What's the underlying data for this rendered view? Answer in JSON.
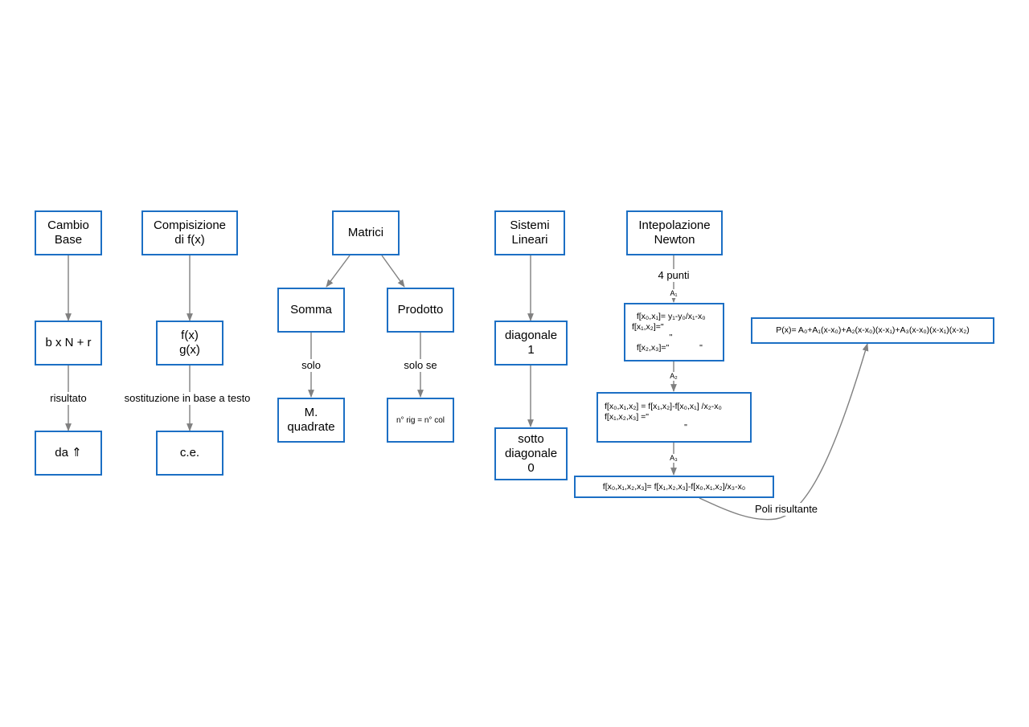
{
  "nodes": {
    "cambio_base": "Cambio\nBase",
    "b_x_n_r": "b x N + r",
    "da": "da ⇑",
    "composizione": "Compisizione\ndi f(x)",
    "fx_gx": "f(x)\ng(x)",
    "ce": "c.e.",
    "matrici": "Matrici",
    "somma": "Somma",
    "prodotto": "Prodotto",
    "m_quadrate": "M.\nquadrate",
    "rig_col": "n° rig = n° col",
    "sistemi": "Sistemi\nLineari",
    "diagonale": "diagonale\n1",
    "sotto_diagonale": "sotto\ndiagonale\n0",
    "newton": "Intepolazione\nNewton",
    "first_diff": "  f[x₀,x₁]= y₁-y₀/x₁-x₀\nf[x₁,x₂]=\"\n                \"\n  f[x₂,x₃]=\"             \"",
    "second_diff": "f[x₀,x₁,x₂] = f[x₁,x₂]-f[x₀,x₁] /x₂-x₀\nf[x₁,x₂,x₃] =\"\n                                  \"",
    "third_diff": "f[x₀,x₁,x₂,x₃]= f[x₁,x₂,x₃]-f[x₀,x₁,x₂]/x₃-x₀",
    "polynomial": "P(x)= A₀+A₁(x-x₀)+A₂(x-x₀)(x-x₁)+A₃(x-x₀)(x-x₁)(x-x₂)"
  },
  "labels": {
    "risultato": "risultato",
    "sostituzione": "sostituzione in base a testo",
    "solo": "solo",
    "solo_se": "solo se",
    "quattro_punti": "4 punti",
    "a1": "A₁",
    "a2": "A₂",
    "a3": "A₃",
    "poli_risultante": "Poli risultante"
  },
  "colors": {
    "node_border": "#1c6fc4",
    "edge": "#808080"
  }
}
